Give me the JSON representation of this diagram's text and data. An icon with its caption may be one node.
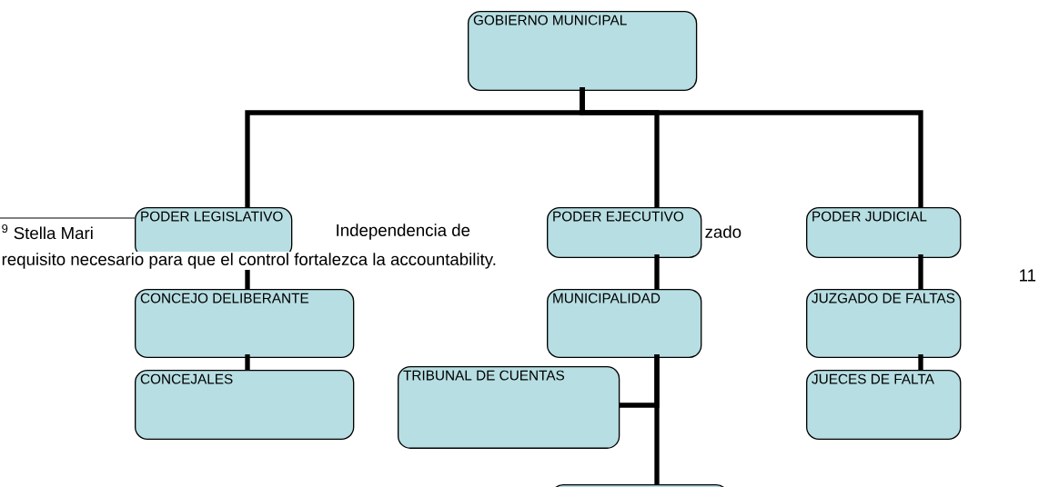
{
  "diagram": {
    "nodes": [
      {
        "text": [
          "GOBIERNO MUNICIPAL"
        ]
      },
      {
        "text": [
          "PODER LEGISLATIVO"
        ]
      },
      {
        "text": [
          "PODER EJECUTIVO"
        ]
      },
      {
        "text": [
          "PODER JUDICIAL"
        ]
      },
      {
        "text": [
          "CONCEJO DELIBERANTE"
        ]
      },
      {
        "text": [
          "MUNICIPALIDAD"
        ]
      },
      {
        "text": [
          "JUZGADO DE FALTAS"
        ]
      },
      {
        "text": [
          "CONCEJALES"
        ]
      },
      {
        "text": [
          "TRIBUNAL DE CUENTAS"
        ]
      },
      {
        "text": [
          "JUECES DE FALTA"
        ]
      },
      {
        "text": [],
        "shape": "box"
      }
    ],
    "edges": [
      {
        "from": 0,
        "to": 1,
        "arrow": "none"
      },
      {
        "from": 0,
        "to": 2,
        "arrow": "none"
      },
      {
        "from": 0,
        "to": 3,
        "arrow": "none"
      },
      {
        "from": 1,
        "to": 4,
        "arrow": "none"
      },
      {
        "from": 4,
        "to": 7,
        "arrow": "none"
      },
      {
        "from": 2,
        "to": 5,
        "arrow": "none"
      },
      {
        "from": 5,
        "to": 8,
        "arrow": "none"
      },
      {
        "from": 5,
        "to": 10,
        "arrow": "none"
      },
      {
        "from": 3,
        "to": 6,
        "arrow": "none"
      },
      {
        "from": 6,
        "to": 9,
        "arrow": "none"
      }
    ],
    "labels": [
      "$^{9}$ Stella Mari",
      "Independencia de",
      "zado",
      "requisito necesario para que el control fortalezca la accountability.",
      "11"
    ]
  }
}
